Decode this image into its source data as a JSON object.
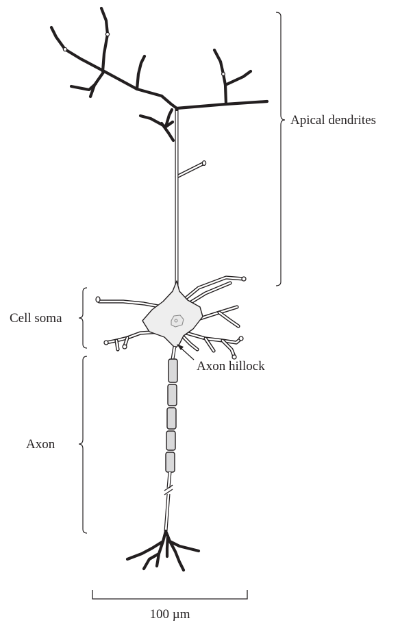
{
  "labels": {
    "apical_dendrites": "Apical dendrites",
    "cell_soma": "Cell soma",
    "axon_hillock": "Axon hillock",
    "axon": "Axon",
    "scale_bar": "100 µm"
  },
  "colors": {
    "ink": "#231f20",
    "soma_fill": "#eeeeee",
    "myelin_fill": "#d9d9da"
  }
}
